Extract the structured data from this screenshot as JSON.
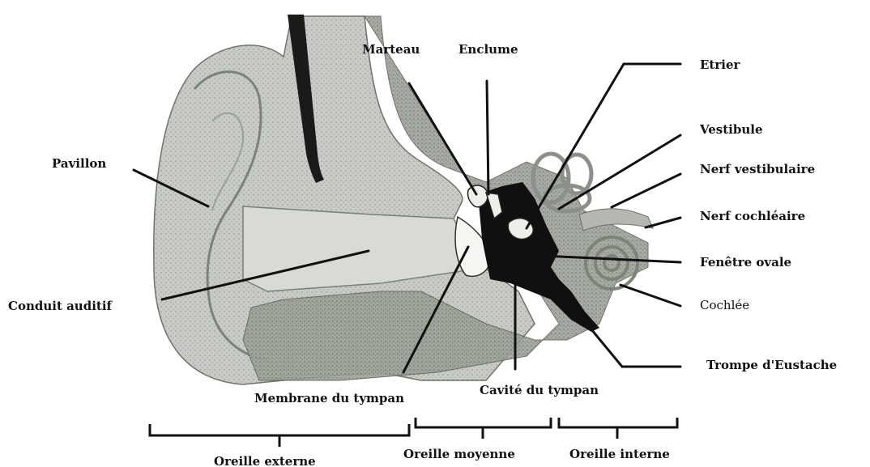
{
  "labels": {
    "marteau": "Marteau",
    "enclume": "Enclume",
    "etrier": "Etrier",
    "vestibule": "Vestibule",
    "nerf_vestibulaire": "Nerf vestibulaire",
    "nerf_cochleaire": "Nerf cochléaire",
    "fenetre_ovale": "Fenêtre ovale",
    "cochlee": "Cochlée",
    "trompe": "Trompe d'Eustache",
    "pavillon": "Pavillon",
    "conduit": "Conduit auditif",
    "membrane": "Membrane du tympan",
    "cavite": "Cavité du tympan"
  },
  "regions": {
    "externe": "Oreille externe",
    "moyenne": "Oreille moyenne",
    "interne": "Oreille interne"
  }
}
